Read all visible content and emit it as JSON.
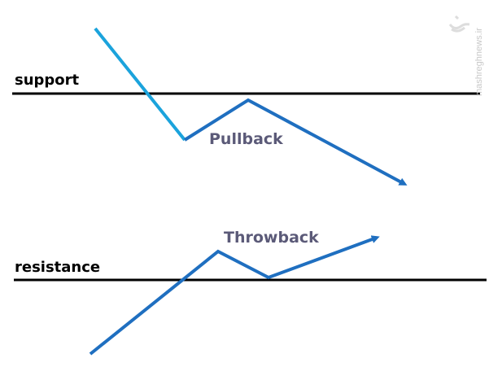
{
  "labels": {
    "support": "support",
    "resistance": "resistance",
    "pullback": "Pullback",
    "throwback": "Throwback"
  },
  "watermark": {
    "text": "mashreghnews.ir"
  },
  "colors": {
    "line": "#000000",
    "arrow": "#1f6fc0",
    "entry": "#1ba3dc",
    "label": "#5b5a78",
    "watermark": "#c8c8c8"
  }
}
